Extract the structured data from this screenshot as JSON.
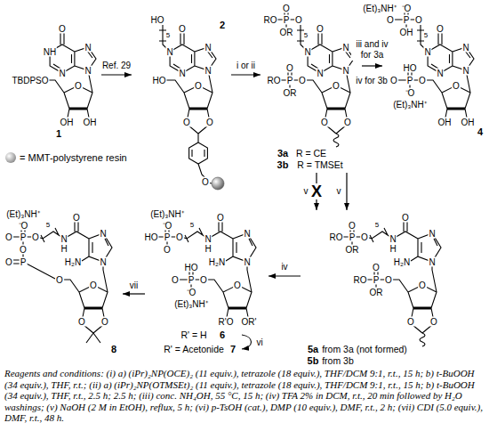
{
  "diagram": {
    "caption": "Reagents and conditions: (i) a) (iPr)₂NP(OCE)₂ (11 equiv.), tetrazole (18 equiv.), THF/DCM 9:1, r.t., 15 h; b) t-BuOOH (34 equiv.), THF, r.t.; (ii) a) (iPr)₂NP(OTMSEt)₂ (11 equiv.), tetrazole (18 equiv.), THF/DCM 9:1, r.t., 15 h; b) t-BuOOH (34 equiv.), THF, r.t., 2.5 h; 2.5 h; (iii) conc. NH₄OH, 55 °C, 15 h; (iv) TFA 2% in DCM, r.t., 20 min followed by H₂O washings; (v) NaOH (2 M in EtOH), reflux, 5 h; (vi) p-TsOH (cat.), DMP (10 equiv.), DMF, r.t., 2 h; (vii) CDI (5.0 equiv.), DMF, r.t., 48 h.",
    "nodes": [
      {
        "text": [
          "1"
        ]
      },
      {
        "text": [
          "2"
        ]
      },
      {
        "text": [
          "3a",
          "R = CE",
          "3b",
          "R = TMSEt"
        ]
      },
      {
        "text": [
          "4"
        ]
      },
      {
        "text": [
          "5a",
          "from 3a (not formed)",
          "5b",
          "from 3b"
        ]
      },
      {
        "text": [
          "R' = H",
          "6",
          "R' = Acetonide",
          "7"
        ]
      },
      {
        "text": [
          "8"
        ]
      }
    ],
    "edges": [
      {
        "from": 0,
        "to": 1,
        "arrow": "to",
        "label": "Ref. 29"
      },
      {
        "from": 1,
        "to": 2,
        "arrow": "to",
        "label": "i or ii"
      },
      {
        "from": 2,
        "to": 3,
        "arrow": "to",
        "label": "iii and iv for 3a"
      },
      {
        "from": 2,
        "to": 4,
        "arrow": "to",
        "label": "X"
      },
      {
        "from": 2,
        "to": 4,
        "arrow": "to",
        "label": "v"
      },
      {
        "from": 4,
        "to": 5,
        "arrow": "to",
        "label": "iv"
      },
      {
        "from": 5,
        "to": 6,
        "arrow": "to",
        "label": "vii"
      }
    ],
    "labels": [
      "O",
      "NH",
      "N",
      "N",
      "N",
      "O",
      "TBDPSO",
      "OH",
      "OH",
      "HO",
      "5",
      "O",
      "N",
      "N",
      "N",
      "N",
      "O",
      "HO",
      "O",
      "O",
      "O",
      "RO",
      "P",
      "O",
      "OR",
      "O",
      "5",
      "O",
      "N",
      "N",
      "N",
      "N",
      "O",
      "O",
      "P",
      "O",
      "RO",
      "OR",
      "O",
      "O",
      "(Et)₃NH⁺",
      "⁻O",
      "P",
      "O",
      "OH",
      "O",
      "5",
      "O",
      "N",
      "N",
      "N",
      "N",
      "O",
      "O",
      "P",
      "HO",
      "O",
      "⁻O",
      "(Et)₃NH⁺",
      "OH",
      "OH",
      "RO",
      "P",
      "O",
      "OR",
      "O",
      "5",
      "N",
      "H",
      "O",
      "N",
      "N",
      "H₂N",
      "O",
      "O",
      "P",
      "O",
      "RO",
      "OR",
      "O",
      "O",
      "(Et)₃NH⁺",
      "⁻O",
      "P",
      "HO",
      "O",
      "O",
      "5",
      "N",
      "H",
      "O",
      "N",
      "N",
      "H₂N",
      "O",
      "O",
      "P",
      "HO",
      "O",
      "⁻O",
      "(Et)₃NH⁺",
      "OR'",
      "R'O",
      "(Et)₃NH⁺",
      "⁻O",
      "P",
      "O",
      "O",
      "O",
      "P",
      "O",
      "5",
      "N",
      "H",
      "O",
      "N",
      "N",
      "H₂N",
      "O",
      "O",
      "O",
      "O",
      "v",
      "iv for 3b",
      "vi"
    ],
    "legend": [
      {
        "text": "= MMT-polystyrene resin"
      }
    ]
  }
}
